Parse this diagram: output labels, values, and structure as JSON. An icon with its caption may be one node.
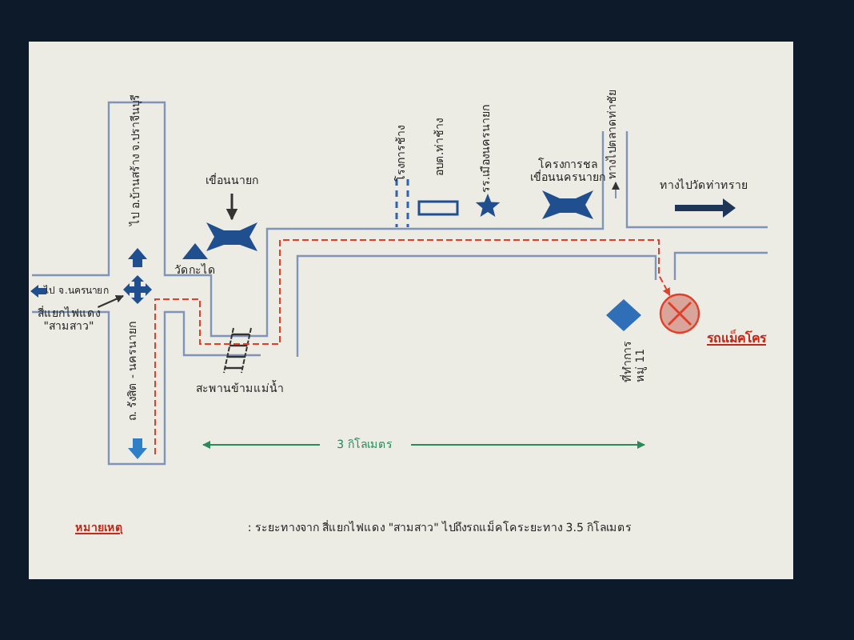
{
  "diagram": {
    "nodes": [
      {
        "text": [
          "สี่แยกไฟแดง \"สามสาว\""
        ]
      },
      {
        "text": [],
        "shape": "cross"
      },
      {
        "text": [],
        "shape": "circle",
        "beside": [
          "รถแม็คโคร"
        ]
      }
    ],
    "edges": [
      {
        "from": 0,
        "to": 1,
        "arrow": "to"
      },
      {
        "from": null,
        "to": 2,
        "arrow": "to",
        "style": "dashed",
        "color": "#e0402a"
      }
    ],
    "labels": [
      "ไป อ.บ้านสร้าง จ.ปราจีนบุรี",
      "เขื่อนนายก",
      "โรงการช้าง",
      "อบต.ท่าช้าง",
      "รร.เมืองนครนายก",
      "โครงการชล เขื่อนนครนายก",
      "ทางไปตลาดท่าชัย",
      "ทางไปวัดท่าทราย",
      "ไป จ.นครนายก",
      "วัดกะได",
      "ที่ทำการ หมู่ 11",
      "สะพานข้ามแม่น้ำ",
      "ถ. รังสิต - นครนายก",
      "3 กิโลเมตร",
      "หมายเหตุ",
      ": ระยะทางจาก สี่แยกไฟแดง \"สามสาว\" ไปถึงรถแม็คโคระยะทาง 3.5 กิโลเมตร"
    ]
  }
}
